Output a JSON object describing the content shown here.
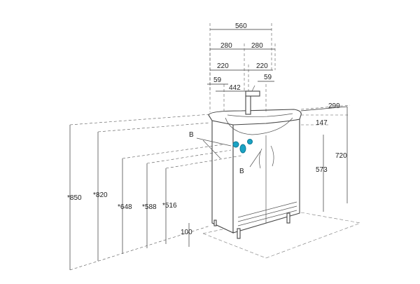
{
  "dimensions": {
    "width_total": "560",
    "half_left": "280",
    "half_right": "280",
    "inner_left": "220",
    "inner_right": "220",
    "offset_left": "59",
    "offset_right": "59",
    "faucet_span": "442",
    "depth": "299",
    "basin_depth": "147",
    "height_total": "720",
    "cabinet_height": "573",
    "wall_850": "*850",
    "wall_820": "*820",
    "wall_648": "*648",
    "wall_588": "*588",
    "wall_516": "*516",
    "leg_height": "100"
  },
  "markers": {
    "label_upper": "B",
    "label_lower": "B"
  },
  "colors": {
    "connection_marker": "#1aa3c4"
  }
}
